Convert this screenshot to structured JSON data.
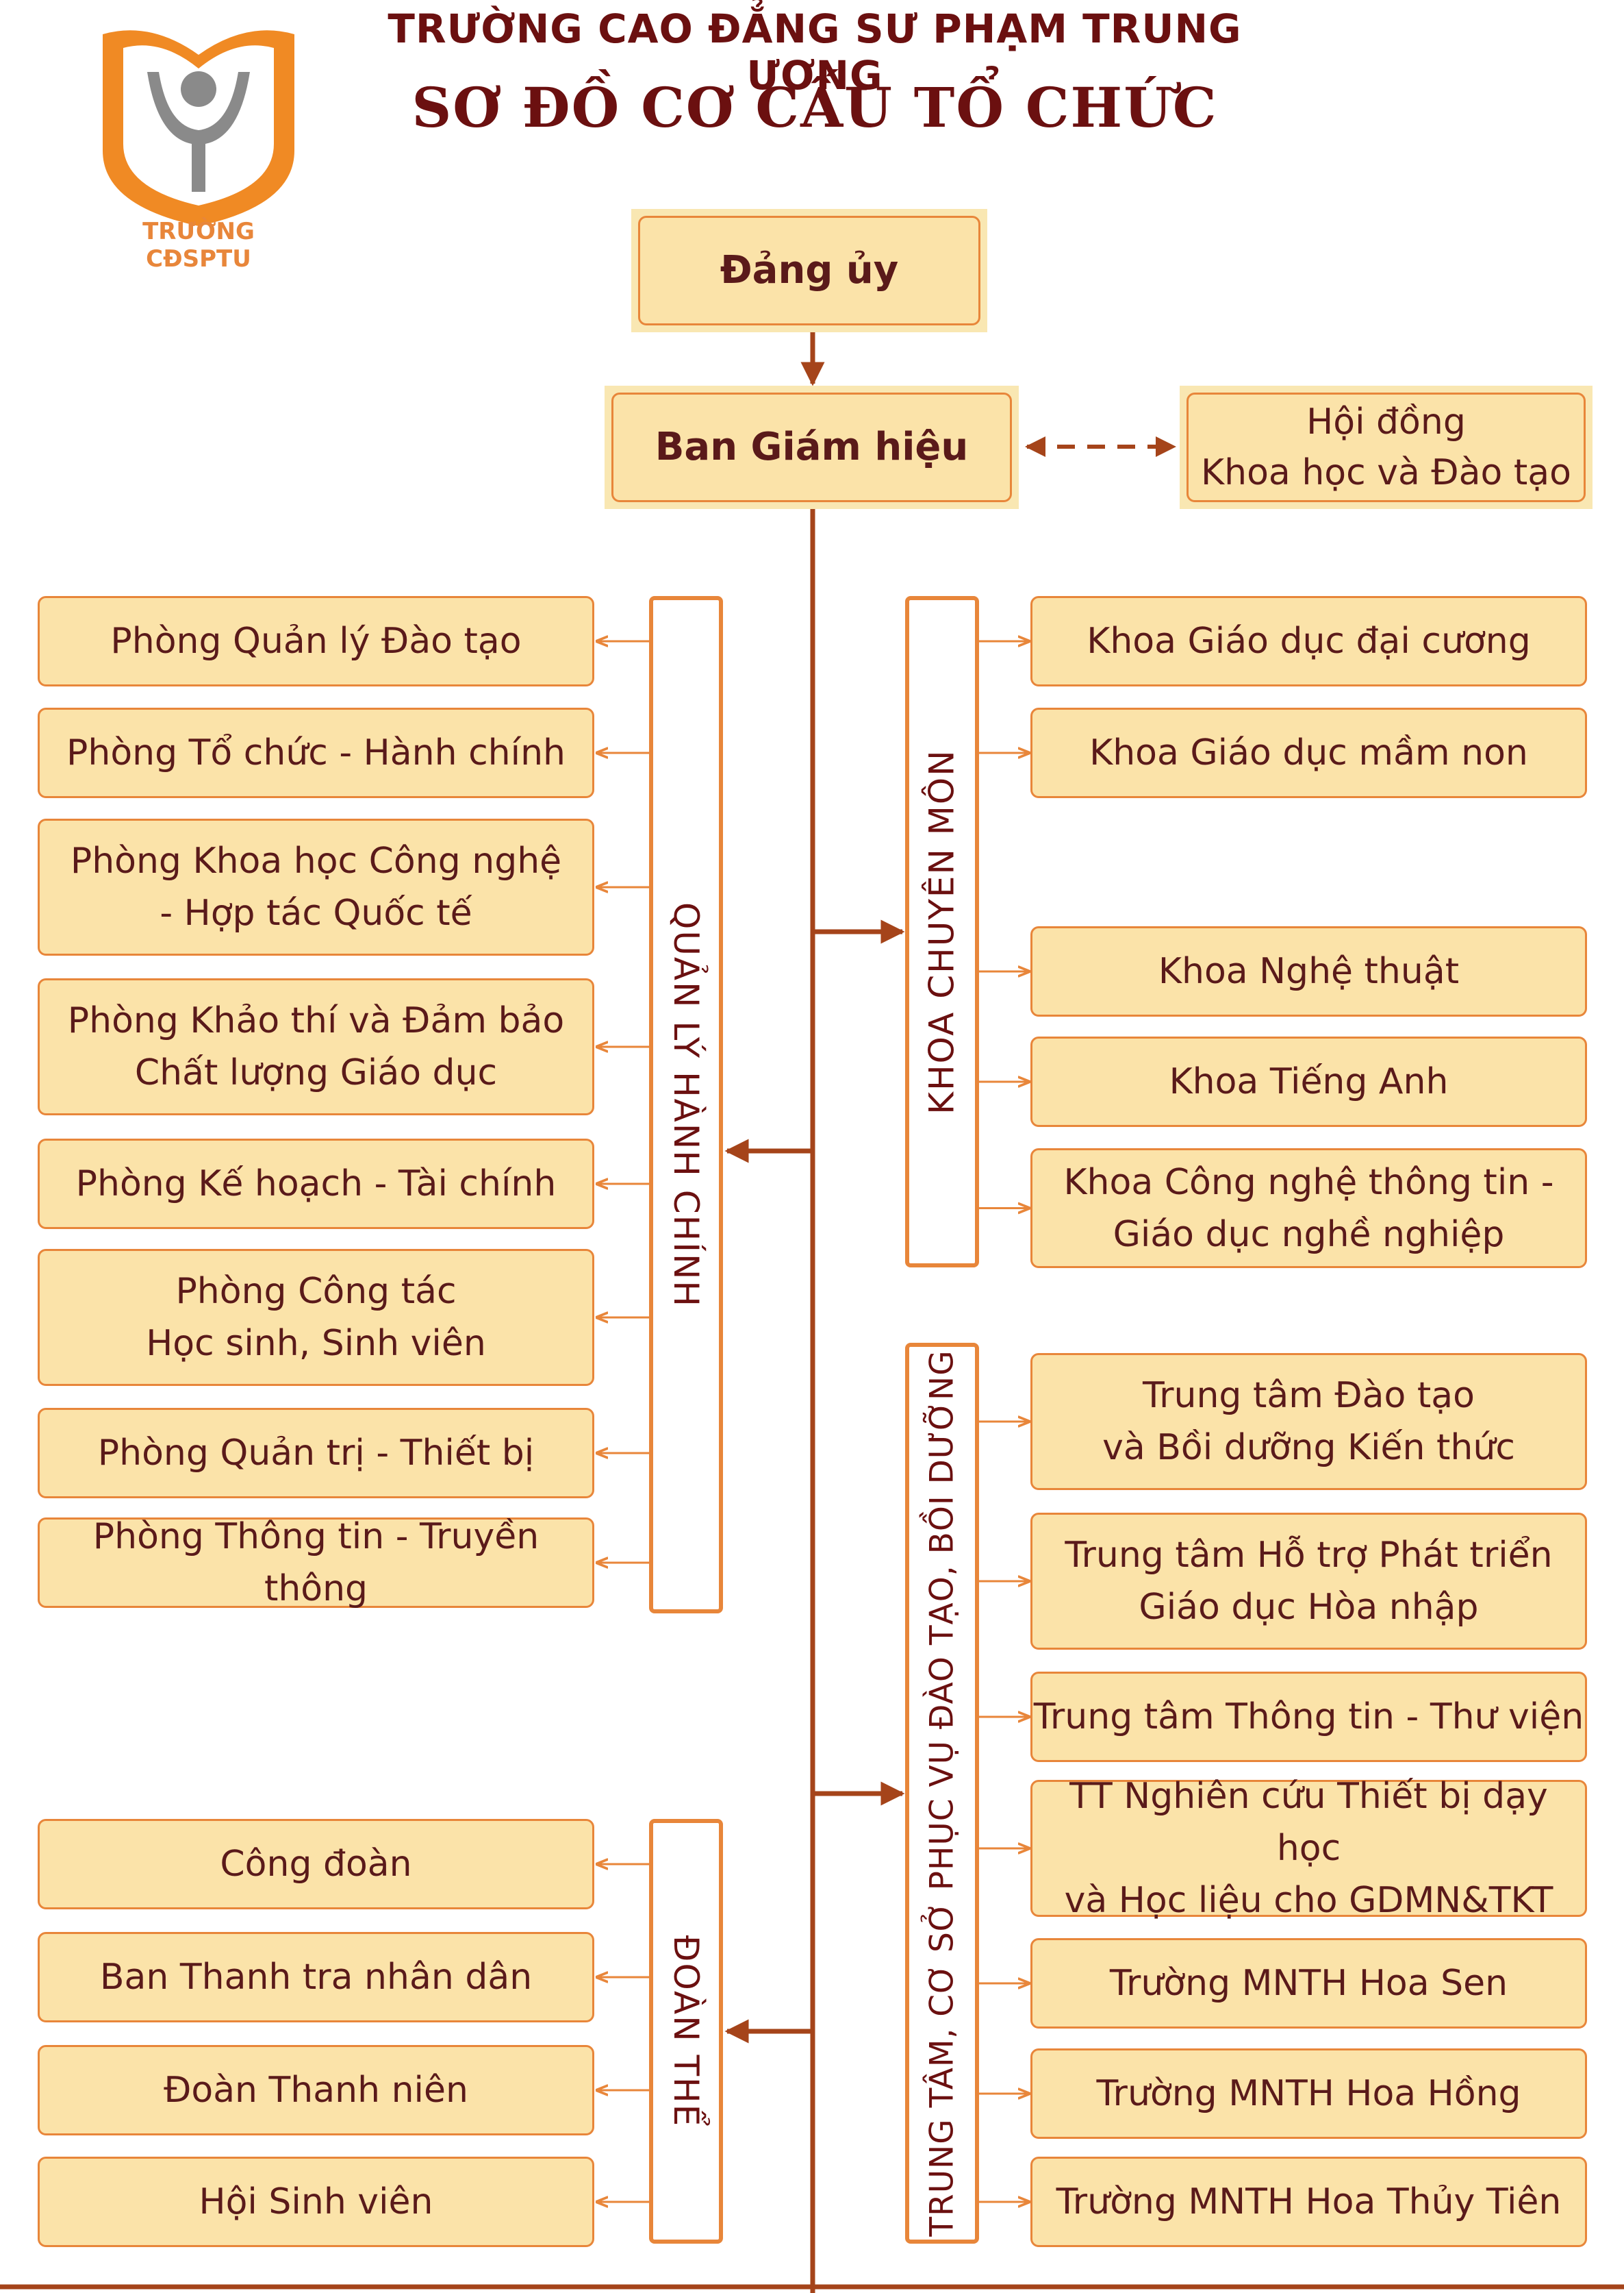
{
  "header": {
    "school": "TRƯỜNG CAO ĐẲNG SƯ PHẠM TRUNG ƯƠNG",
    "title": "SƠ ĐỒ CƠ CẤU TỔ CHỨC",
    "logo_text": "TRƯỜNG CĐSPTU"
  },
  "top": {
    "party": "Đảng ủy",
    "board": "Ban Giám hiệu",
    "council": "Hội đồng\nKhoa học và Đào tạo"
  },
  "groups": {
    "admin": "QUẢN LÝ HÀNH CHÍNH",
    "faculty": "KHOA CHUYÊN MÔN",
    "centers": "TRUNG TÂM, CƠ SỞ PHỤC VỤ ĐÀO TẠO, BỒI DƯỠNG",
    "unions": "ĐOÀN THỂ"
  },
  "admin_units": [
    "Phòng Quản lý Đào tạo",
    "Phòng Tổ chức - Hành chính",
    "Phòng Khoa học Công nghệ\n- Hợp tác Quốc tế",
    "Phòng Khảo thí và Đảm bảo\nChất lượng Giáo dục",
    "Phòng Kế hoạch - Tài chính",
    "Phòng Công tác\nHọc sinh, Sinh viên",
    "Phòng Quản trị - Thiết bị",
    "Phòng Thông tin - Truyền thông"
  ],
  "union_units": [
    "Công đoàn",
    "Ban Thanh tra nhân dân",
    "Đoàn Thanh niên",
    "Hội Sinh viên"
  ],
  "faculty_units": [
    "Khoa Giáo dục đại cương",
    "Khoa Giáo dục mầm non",
    "Khoa Nghệ thuật",
    "Khoa Tiếng Anh",
    "Khoa Công nghệ thông tin -\nGiáo dục nghề nghiệp"
  ],
  "center_units": [
    "Trung tâm Đào tạo\nvà Bồi dưỡng Kiến thức",
    "Trung tâm Hỗ trợ Phát triển\nGiáo dục Hòa nhập",
    "Trung tâm Thông tin - Thư viện",
    "TT Nghiên cứu Thiết bị dạy học\nvà Học liệu cho GDMN&TKT",
    "Trường MNTH Hoa Sen",
    "Trường MNTH Hoa Hồng",
    "Trường MNTH Hoa Thủy Tiên"
  ],
  "colors": {
    "line": "#a5441a",
    "box_fill": "#fbe3a9",
    "box_border": "#e8863a",
    "text": "#5a1a1a"
  }
}
